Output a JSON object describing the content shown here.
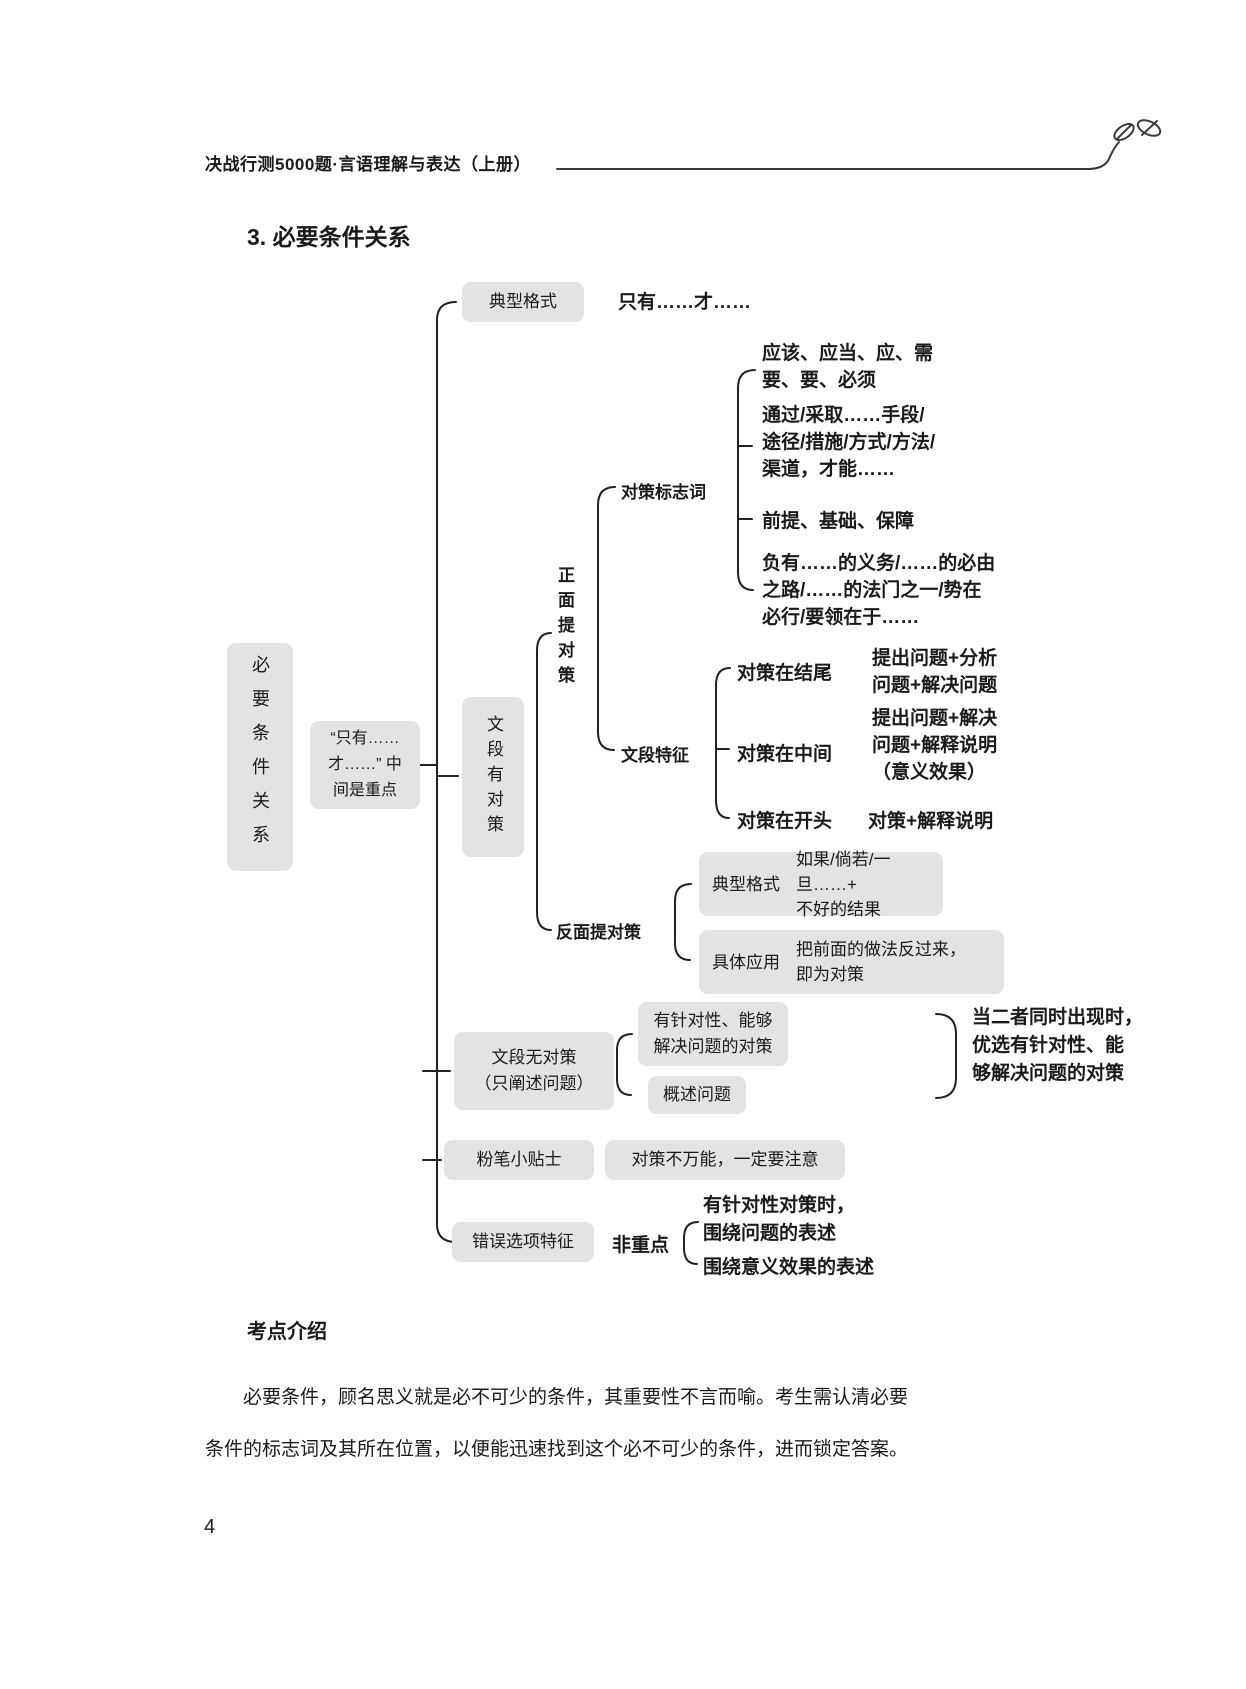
{
  "header": {
    "title": "决战行测5000题·言语理解与表达（上册）"
  },
  "section": {
    "title": "3. 必要条件关系"
  },
  "mindmap": {
    "root": "必要条件关系",
    "key_point": "“只有……\n才……” 中\n间是重点",
    "typical_format": {
      "label": "典型格式",
      "value": "只有……才……"
    },
    "has": {
      "label": "文段有对策",
      "positive": {
        "label": "正面提对策",
        "sign": {
          "label": "对策标志词",
          "items": [
            "应该、应当、应、需\n要、要、必须",
            "通过/采取……手段/\n途径/措施/方式/方法/\n渠道，才能……",
            "前提、基础、保障",
            "负有……的义务/……的必由\n之路/……的法门之一/势在\n必行/要领在于……"
          ]
        },
        "feature": {
          "label": "文段特征",
          "rows": [
            {
              "pos": "对策在结尾",
              "val": "提出问题+分析\n问题+解决问题"
            },
            {
              "pos": "对策在中间",
              "val": "提出问题+解决\n问题+解释说明\n（意义效果）"
            },
            {
              "pos": "对策在开头",
              "val": "对策+解释说明"
            }
          ]
        }
      },
      "negative": {
        "label": "反面提对策",
        "rows": [
          {
            "label": "典型格式",
            "val": "如果/倘若/一旦……+\n不好的结果"
          },
          {
            "label": "具体应用",
            "val": "把前面的做法反过来，\n即为对策"
          }
        ]
      }
    },
    "none": {
      "label": "文段无对策\n（只阐述问题）",
      "options": [
        "有针对性、能够\n解决问题的对策",
        "概述问题"
      ],
      "note": "当二者同时出现时，\n优选有针对性、能\n够解决问题的对策"
    },
    "tip": {
      "label": "粉笔小贴士",
      "value": "对策不万能，一定要注意"
    },
    "wrong": {
      "label": "错误选项特征",
      "key": "非重点",
      "items": [
        "有针对性对策时，\n围绕问题的表述",
        "围绕意义效果的表述"
      ]
    }
  },
  "intro": {
    "heading": "考点介绍",
    "paragraph": "必要条件，顾名思义就是必不可少的条件，其重要性不言而喻。考生需认清必要\n条件的标志词及其所在位置，以便能迅速找到这个必不可少的条件，进而锁定答案。"
  },
  "footer": {
    "page_number": "4"
  }
}
